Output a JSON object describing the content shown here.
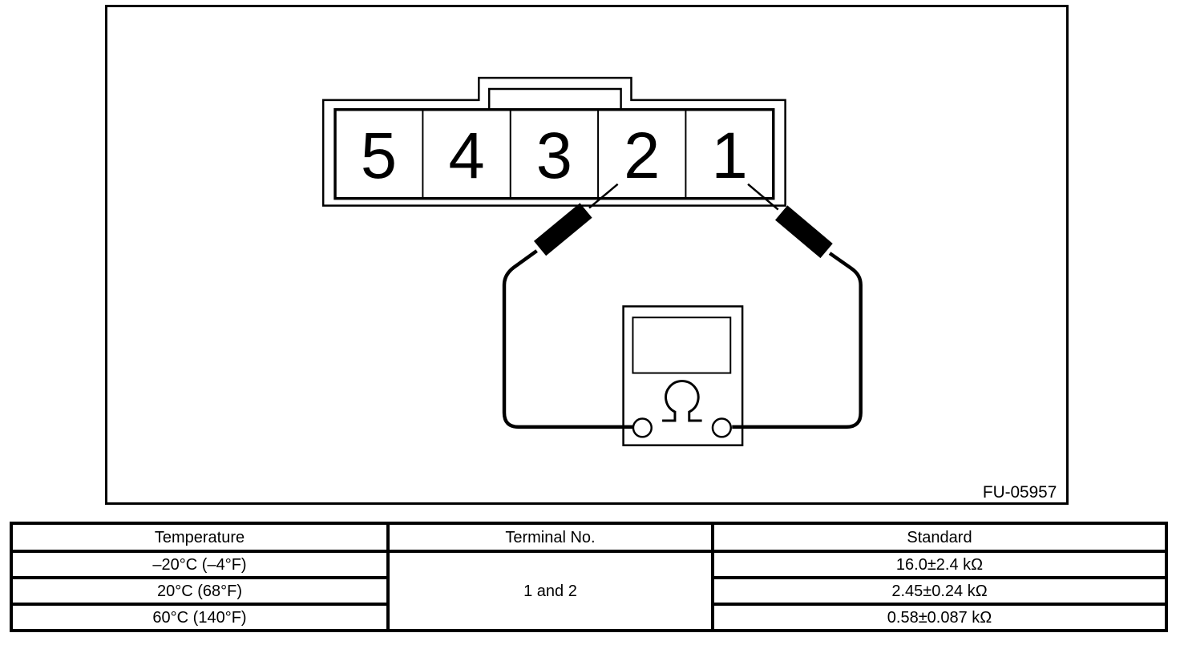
{
  "figure": {
    "code": "FU-05957",
    "connector": {
      "terminals": [
        "5",
        "4",
        "3",
        "2",
        "1"
      ]
    },
    "meter": {
      "symbol": "Ω",
      "probed_terminals": "1 and 2"
    }
  },
  "table": {
    "headers": {
      "temperature": "Temperature",
      "terminal": "Terminal No.",
      "standard": "Standard"
    },
    "terminal_no": "1 and 2",
    "rows": [
      {
        "temperature": "–20°C (–4°F)",
        "standard": "16.0±2.4 kΩ"
      },
      {
        "temperature": "20°C (68°F)",
        "standard": "2.45±0.24 kΩ"
      },
      {
        "temperature": "60°C (140°F)",
        "standard": "0.58±0.087 kΩ"
      }
    ]
  },
  "colors": {
    "ink": "#000000",
    "paper": "#ffffff"
  }
}
